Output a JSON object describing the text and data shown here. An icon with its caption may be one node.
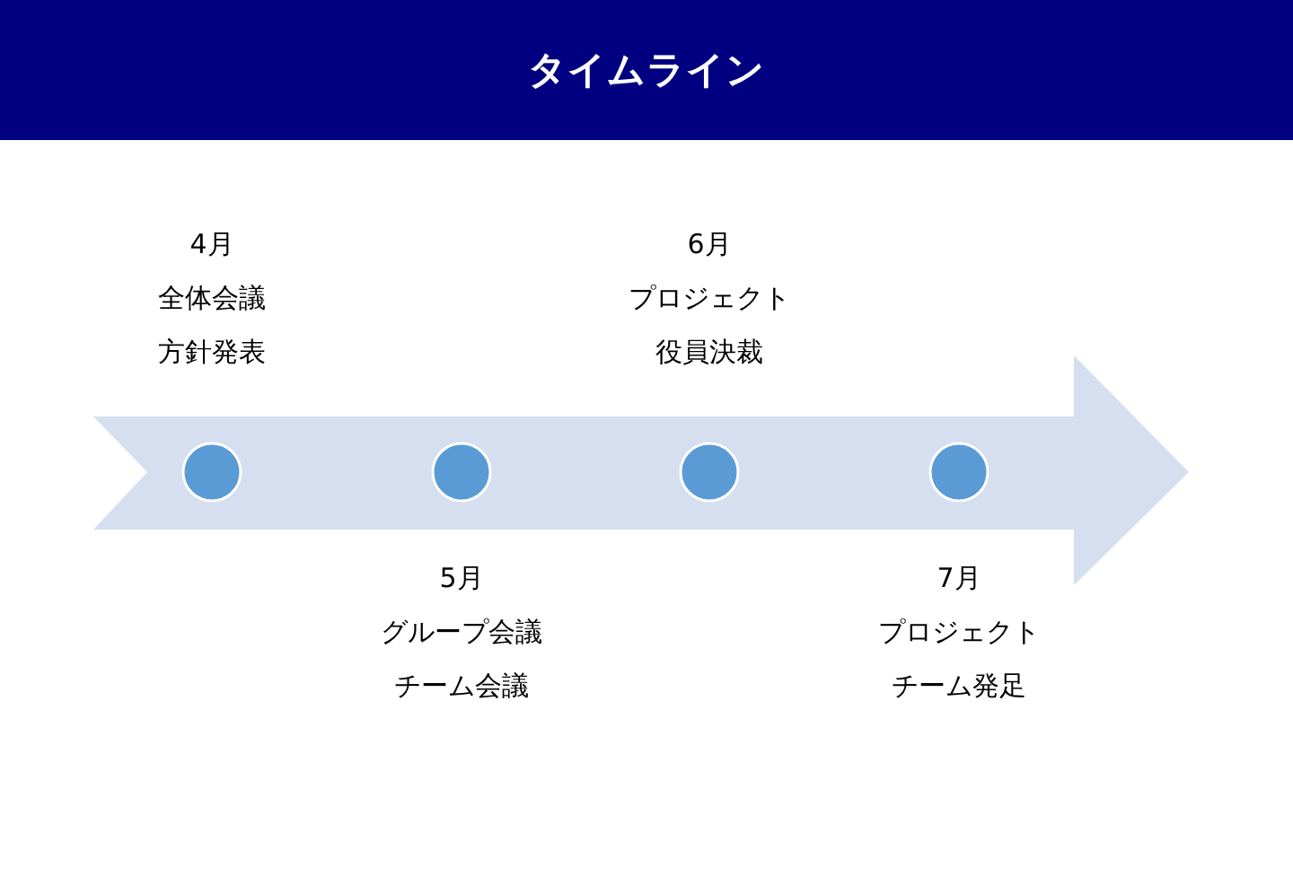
{
  "diagram": {
    "title": "タイムライン",
    "nodes": [
      {
        "text": [],
        "shape": "arrow"
      },
      {
        "text": [],
        "shape": "circle",
        "in": 0,
        "beside": [
          "4月",
          "全体会議",
          "方針発表"
        ]
      },
      {
        "text": [],
        "shape": "circle",
        "in": 0,
        "beside": [
          "5月",
          "グループ会議",
          "チーム会議"
        ]
      },
      {
        "text": [],
        "shape": "circle",
        "in": 0,
        "beside": [
          "6月",
          "プロジェクト",
          "役員決裁"
        ]
      },
      {
        "text": [],
        "shape": "circle",
        "in": 0,
        "beside": [
          "7月",
          "プロジェクト",
          "チーム発足"
        ]
      }
    ]
  }
}
